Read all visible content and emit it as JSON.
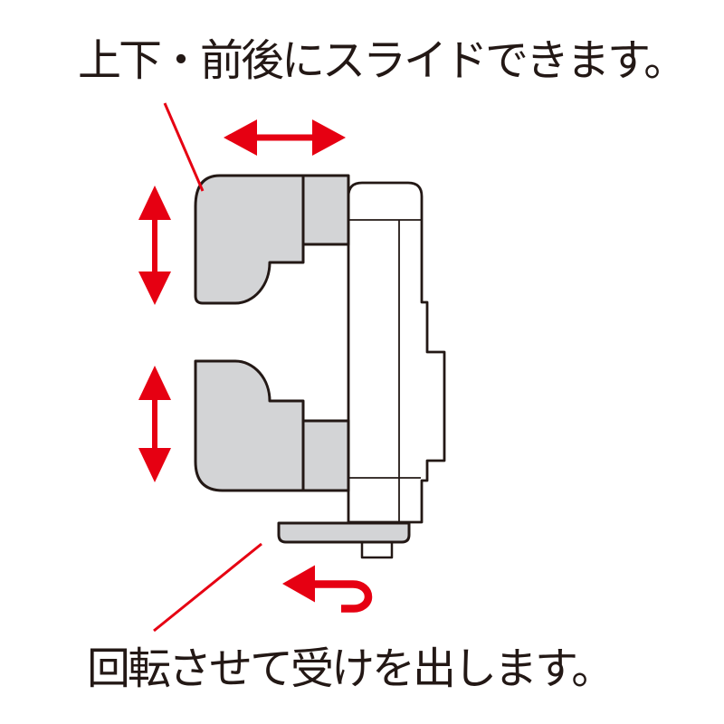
{
  "annotations": {
    "slide_label": "上下・前後にスライドできます。",
    "rotate_label": "回転させて受けを出します。"
  },
  "colors": {
    "accent_red": "#e60012",
    "part_gray": "#d3d4d6",
    "part_white": "#ffffff",
    "outline": "#231815",
    "text": "#231815",
    "background": "#ffffff"
  },
  "arrows": {
    "horizontal_slide": "left-right double arrow (front-back slide)",
    "vertical_slide_upper": "up-down double arrow (vertical slide)",
    "vertical_slide_lower": "up-down double arrow (vertical slide)",
    "rotate": "curved u-turn arrow pointing left (rotation)"
  },
  "parts": {
    "clamp": "gray sliding clamp jaws (front)",
    "holder_body": "white holder base body (side view)",
    "swivel_base": "gray rotating receiver bar at bottom"
  }
}
